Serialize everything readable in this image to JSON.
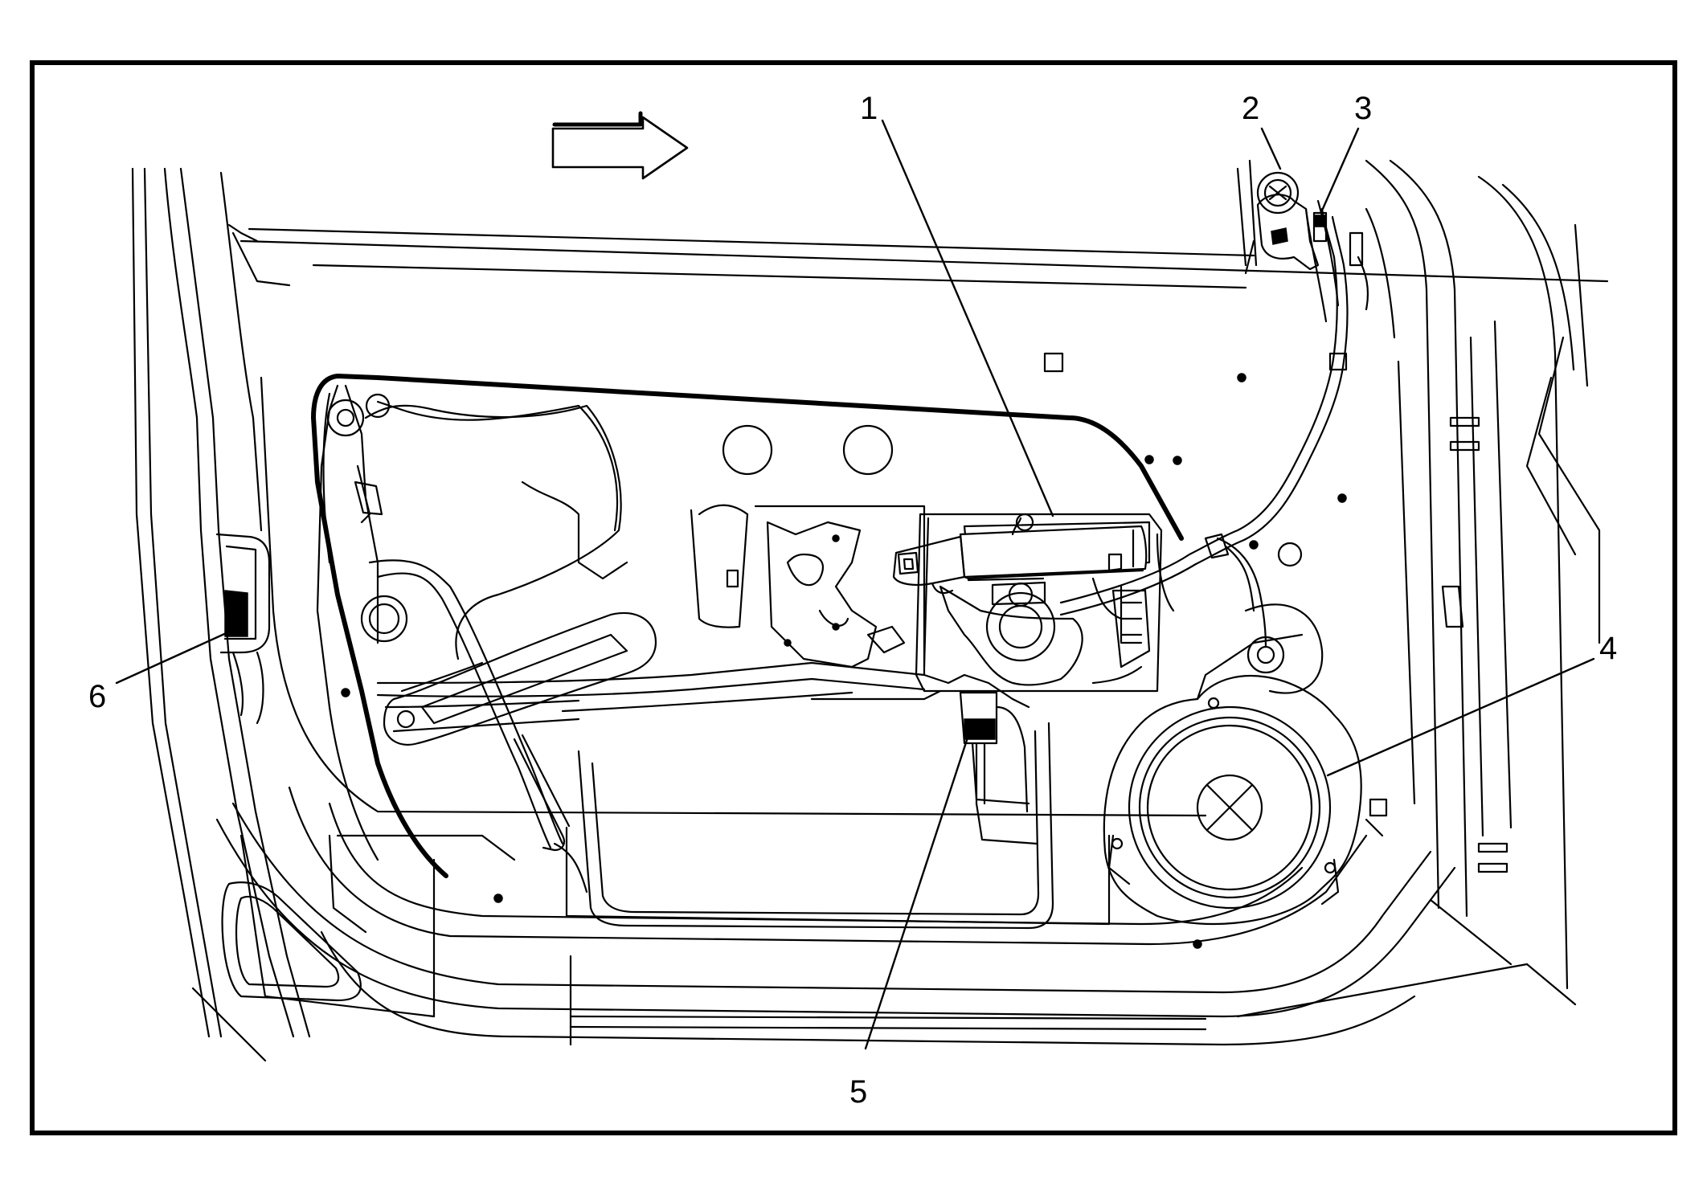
{
  "callouts": [
    {
      "id": "1",
      "label": "1",
      "part": "window-regulator-motor"
    },
    {
      "id": "2",
      "label": "2",
      "part": "door-harness-grommet"
    },
    {
      "id": "3",
      "label": "3",
      "part": "harness-connector-upper"
    },
    {
      "id": "4",
      "label": "4",
      "part": "door-speaker"
    },
    {
      "id": "5",
      "label": "5",
      "part": "harness-connector-lower"
    },
    {
      "id": "6",
      "label": "6",
      "part": "door-latch-area"
    }
  ],
  "icons": {
    "direction_arrow": "arrow-right-outline-icon"
  }
}
